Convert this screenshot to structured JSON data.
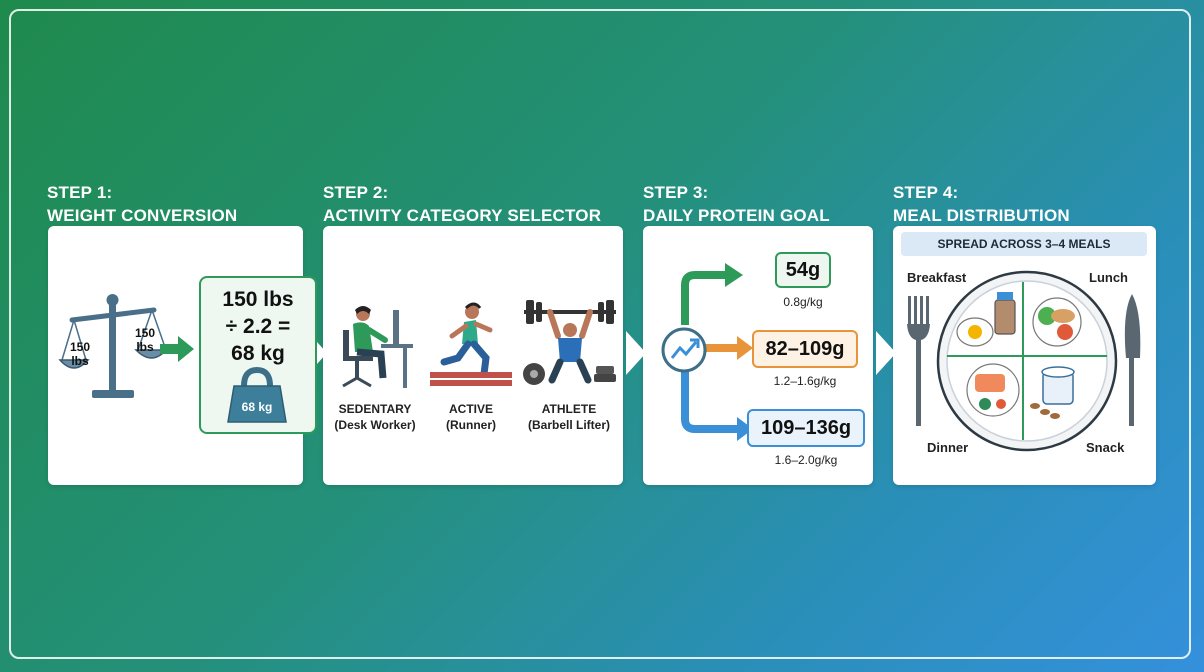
{
  "steps": [
    {
      "title_line1": "STEP 1:",
      "title_line2": "WEIGHT CONVERSION"
    },
    {
      "title_line1": "STEP 2:",
      "title_line2": "ACTIVITY CATEGORY SELECTOR"
    },
    {
      "title_line1": "STEP 3:",
      "title_line2": "DAILY PROTEIN GOAL"
    },
    {
      "title_line1": "STEP 4:",
      "title_line2": "MEAL DISTRIBUTION"
    }
  ],
  "conversion": {
    "scale_left": "150\nlbs",
    "scale_right": "150\nlbs",
    "line1": "150 lbs",
    "line2": "÷ 2.2 =",
    "line3": "68 kg",
    "weight_label": "68 kg"
  },
  "activities": [
    {
      "name": "SEDENTARY",
      "detail": "(Desk Worker)",
      "icon": "desk-worker-icon"
    },
    {
      "name": "ACTIVE",
      "detail": "(Runner)",
      "icon": "runner-icon"
    },
    {
      "name": "ATHLETE",
      "detail": "(Barbell Lifter)",
      "icon": "barbell-lifter-icon"
    }
  ],
  "goals": [
    {
      "value": "54g",
      "rate": "0.8g/kg",
      "color": "#2e9a5a"
    },
    {
      "value": "82–109g",
      "rate": "1.2–1.6g/kg",
      "color": "#e8943a"
    },
    {
      "value": "109–136g",
      "rate": "1.6–2.0g/kg",
      "color": "#3a8fd6"
    }
  ],
  "meals": {
    "header": "SPREAD ACROSS 3–4 MEALS",
    "breakfast": "Breakfast",
    "lunch": "Lunch",
    "dinner": "Dinner",
    "snack": "Snack"
  },
  "colors": {
    "green": "#2e9a5a",
    "orange": "#e8943a",
    "blue": "#3a8fd6"
  }
}
